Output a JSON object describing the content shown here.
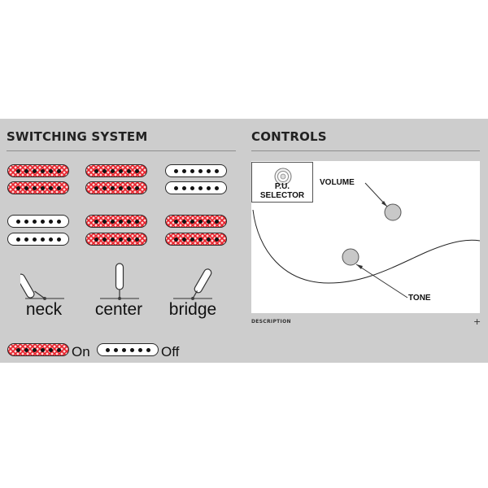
{
  "switching": {
    "title": "SWITCHING SYSTEM",
    "positions": [
      {
        "label": "neck",
        "upper": [
          "on",
          "on"
        ],
        "lower": [
          "off",
          "off"
        ]
      },
      {
        "label": "center",
        "upper": [
          "on",
          "on"
        ],
        "lower": [
          "on",
          "on"
        ]
      },
      {
        "label": "bridge",
        "upper": [
          "off",
          "off"
        ],
        "lower": [
          "on",
          "on"
        ]
      }
    ],
    "legend": {
      "on_label": "On",
      "off_label": "Off"
    }
  },
  "controls": {
    "title": "CONTROLS",
    "pu_selector_label": "P.U. SELECTOR",
    "volume_label": "VOLUME",
    "tone_label": "TONE",
    "description_label": "DESCRIPTION",
    "expand_symbol": "+"
  },
  "colors": {
    "panel_bg": "#cdcdcd",
    "pickup_on": "#e8202a",
    "pickup_off": "#ffffff",
    "knob": "#c8c8c8"
  }
}
